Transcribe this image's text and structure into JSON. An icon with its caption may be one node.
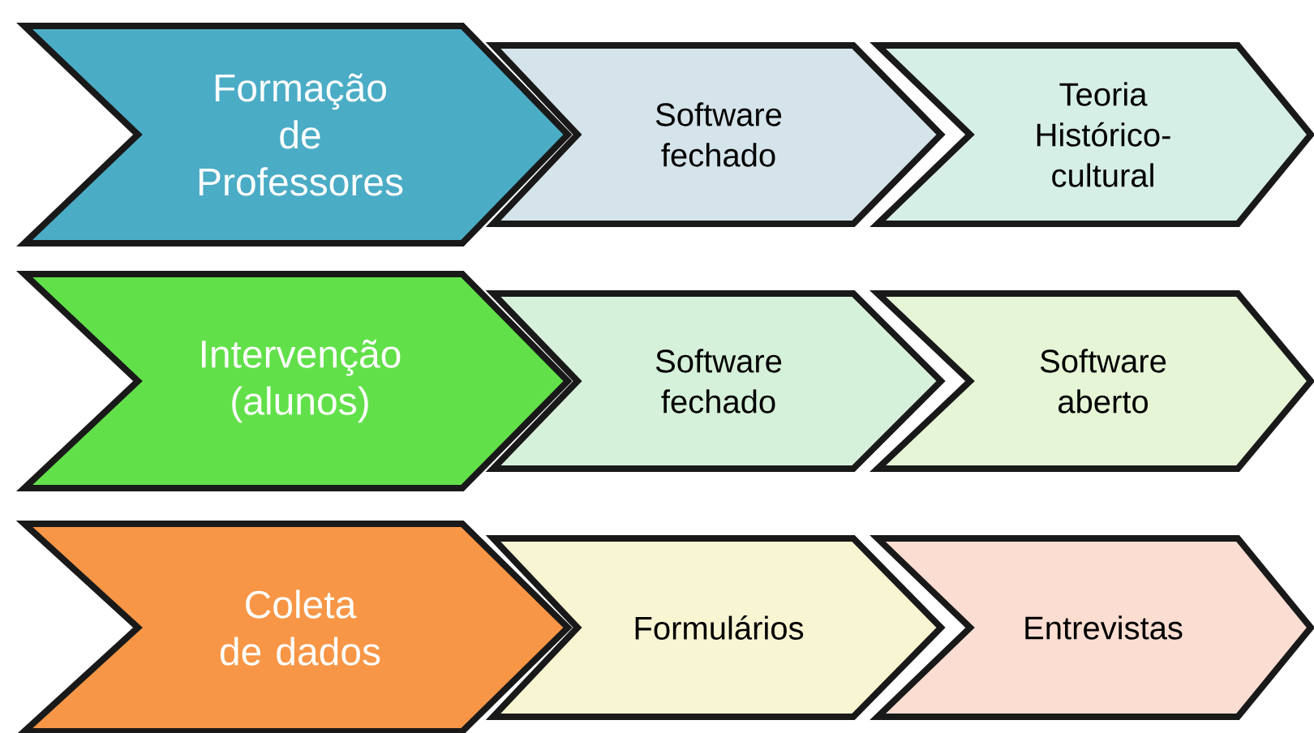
{
  "diagram": {
    "nodes": [
      {
        "text": [
          "Formação de Professores"
        ]
      },
      {
        "text": [
          "Software fechado"
        ]
      },
      {
        "text": [
          "Teoria Histórico-cultural"
        ]
      },
      {
        "text": [
          "Intervenção (alunos)"
        ]
      },
      {
        "text": [
          "Software fechado"
        ]
      },
      {
        "text": [
          "Software aberto"
        ]
      },
      {
        "text": [
          "Coleta de dados"
        ]
      },
      {
        "text": [
          "Formulários"
        ]
      },
      {
        "text": [
          "Entrevistas"
        ]
      }
    ]
  }
}
